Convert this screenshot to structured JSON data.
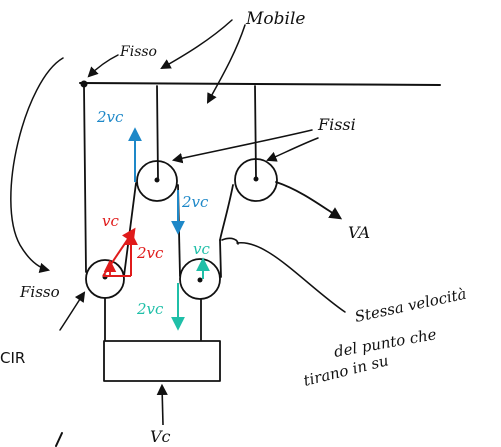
{
  "colors": {
    "ink": "#111111",
    "blue": "#1e88c8",
    "red": "#e01b1b",
    "teal": "#1fbfa8"
  },
  "labels": {
    "mobile": "Mobile",
    "fisso_top": "Fisso",
    "fissi": "Fissi",
    "fisso_left": "Fisso",
    "cir": "CIR",
    "va": "VA",
    "vc_bottom": "Vc",
    "blue_top": "2vc",
    "blue_mid": "2vc",
    "red_vc": "vc",
    "red_2vc": "2vc",
    "teal_vc": "vc",
    "teal_2vc": "2vc",
    "note_line1": "Stessa velocità",
    "note_line2": "del punto che",
    "note_line3": "tirano in su"
  }
}
